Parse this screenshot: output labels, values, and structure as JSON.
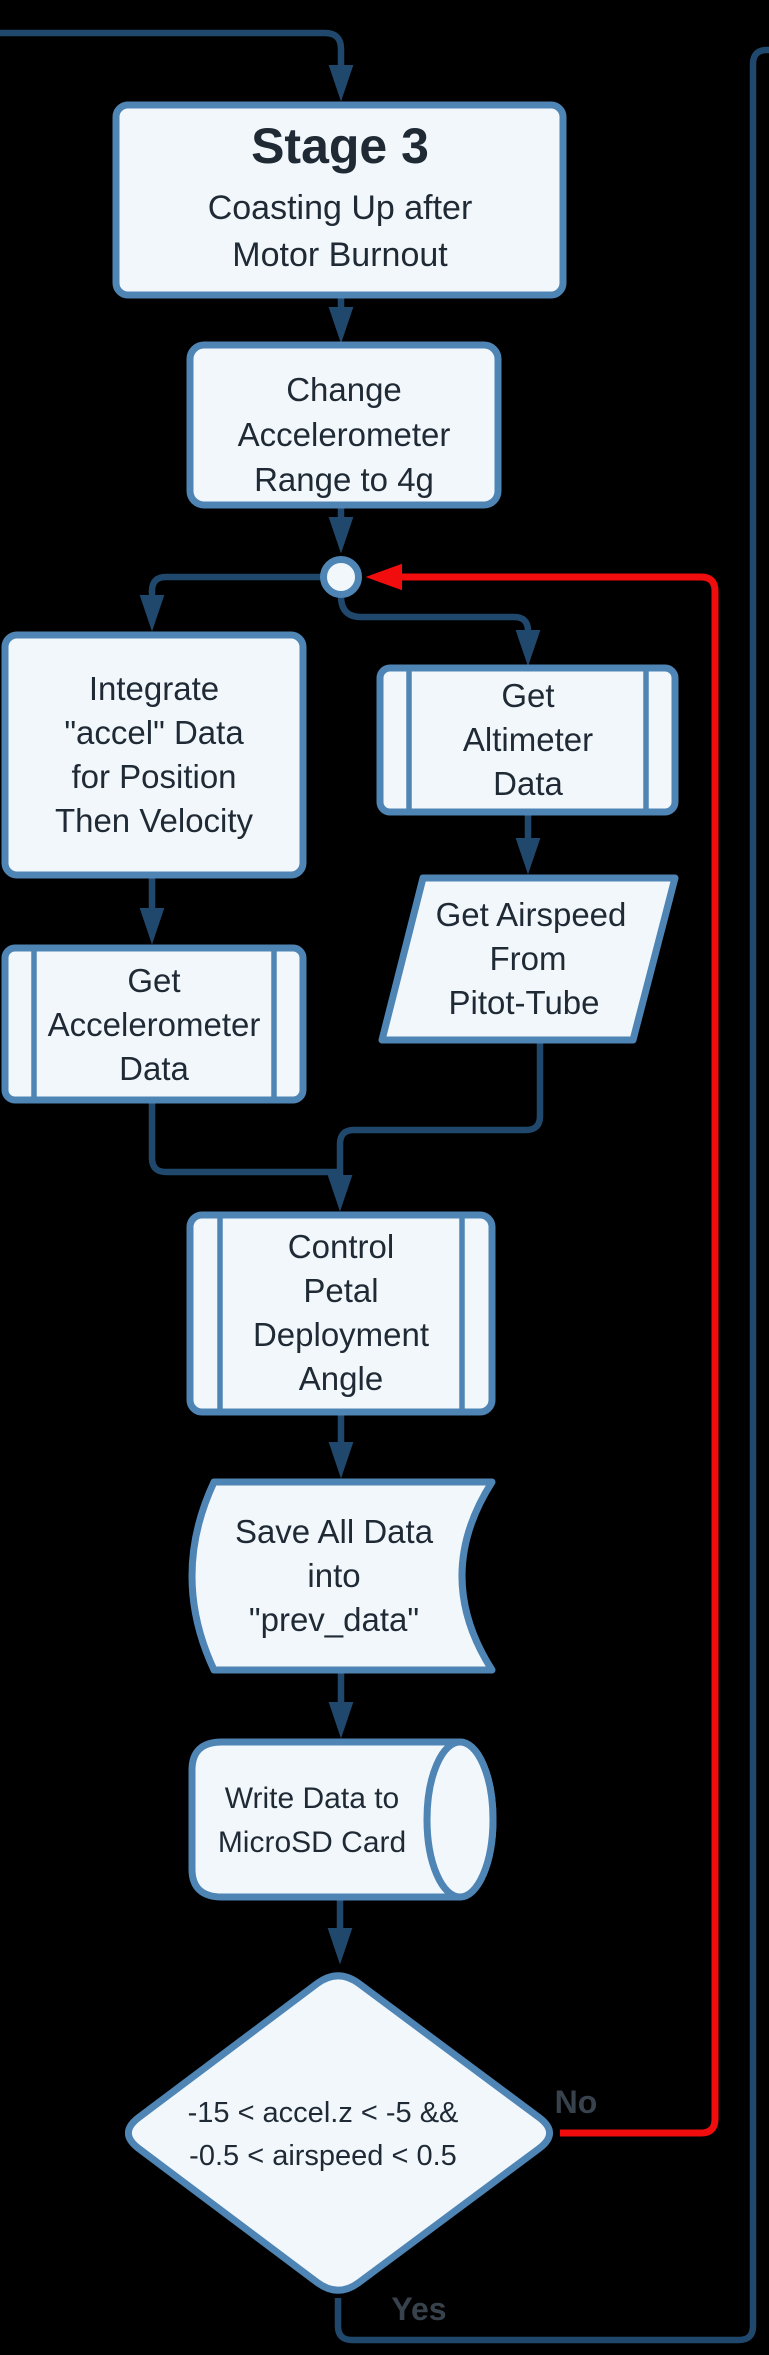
{
  "colors": {
    "background": "#000000",
    "node_fill": "#f2f7fc",
    "node_border": "#4f85b5",
    "edge": "#20486d",
    "loop_edge": "#f10d0d",
    "node_text": "#1f2a35",
    "edge_label": "#37424d"
  },
  "nodes": {
    "stage3": {
      "type": "rounded-rect",
      "title": "Stage 3",
      "lines": [
        "Coasting Up after",
        "Motor Burnout"
      ]
    },
    "change_range": {
      "type": "rounded-rect",
      "lines": [
        "Change",
        "Accelerometer",
        "Range to 4g"
      ]
    },
    "integrate": {
      "type": "rounded-rect",
      "lines": [
        "Integrate",
        "\"accel\" Data",
        "for Position",
        "Then Velocity"
      ]
    },
    "get_accelerometer": {
      "type": "subroutine",
      "lines": [
        "Get",
        "Accelerometer",
        "Data"
      ]
    },
    "get_altimeter": {
      "type": "subroutine",
      "lines": [
        "Get",
        "Altimeter",
        "Data"
      ]
    },
    "get_airspeed": {
      "type": "parallelogram",
      "lines": [
        "Get Airspeed",
        "From",
        "Pitot-Tube"
      ]
    },
    "control_petal": {
      "type": "subroutine",
      "lines": [
        "Control",
        "Petal",
        "Deployment",
        "Angle"
      ]
    },
    "save_data": {
      "type": "stored-data",
      "lines": [
        "Save All Data",
        "into",
        "\"prev_data\""
      ]
    },
    "write_sd": {
      "type": "cylinder",
      "lines": [
        "Write Data to",
        "MicroSD Card"
      ]
    },
    "decision": {
      "type": "diamond",
      "lines": [
        "-15 < accel.z < -5 &&",
        "-0.5 < airspeed < 0.5"
      ]
    }
  },
  "edge_labels": {
    "no": "No",
    "yes": "Yes"
  }
}
